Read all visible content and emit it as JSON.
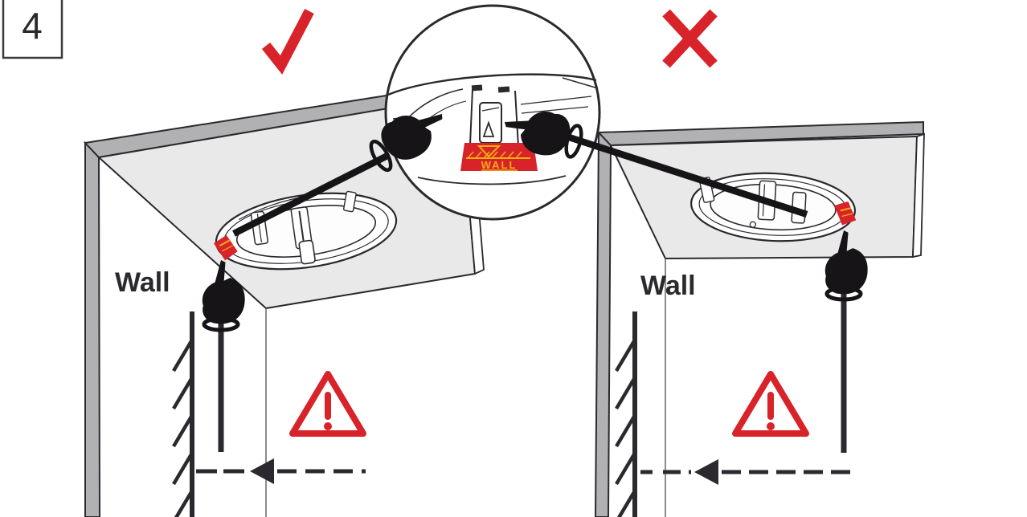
{
  "step_badge": {
    "number": "4"
  },
  "labels": {
    "wall_left": "Wall",
    "wall_right": "Wall",
    "magnified_sticker_text": "WALL"
  },
  "verdicts": {
    "left_panel": "correct",
    "right_panel": "incorrect"
  },
  "colors": {
    "red": "#d8232a",
    "yellow": "#f2ae0e",
    "panel_gray": "#b1b1b3",
    "panel_underside": "#e9e9ea",
    "ink": "#2b292d"
  },
  "icons": {
    "correct": "check-icon",
    "incorrect": "cross-icon",
    "warning": "warning-triangle-icon",
    "hand": "pointing-hand-icon",
    "magnifier": "detail-magnifier-circle"
  }
}
